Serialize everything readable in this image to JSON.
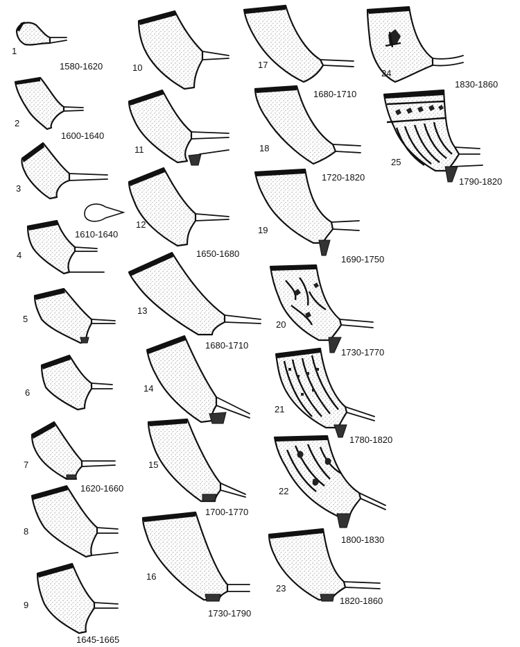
{
  "pipes": [
    {
      "num": "1",
      "date": "1580-1620"
    },
    {
      "num": "2",
      "date": "1600-1640"
    },
    {
      "num": "3",
      "date": "1610-1640"
    },
    {
      "num": "4",
      "date": ""
    },
    {
      "num": "5",
      "date": ""
    },
    {
      "num": "6",
      "date": ""
    },
    {
      "num": "7",
      "date": "1620-1660"
    },
    {
      "num": "8",
      "date": ""
    },
    {
      "num": "9",
      "date": "1645-1665"
    },
    {
      "num": "10",
      "date": ""
    },
    {
      "num": "11",
      "date": ""
    },
    {
      "num": "12",
      "date": "1650-1680"
    },
    {
      "num": "13",
      "date": "1680-1710"
    },
    {
      "num": "14",
      "date": ""
    },
    {
      "num": "15",
      "date": "1700-1770"
    },
    {
      "num": "16",
      "date": "1730-1790"
    },
    {
      "num": "17",
      "date": "1680-1710"
    },
    {
      "num": "18",
      "date": "1720-1820"
    },
    {
      "num": "19",
      "date": "1690-1750"
    },
    {
      "num": "20",
      "date": "1730-1770"
    },
    {
      "num": "21",
      "date": "1780-1820"
    },
    {
      "num": "22",
      "date": "1800-1830"
    },
    {
      "num": "23",
      "date": "1820-1860"
    },
    {
      "num": "24",
      "date": "1830-1860"
    },
    {
      "num": "25",
      "date": "1790-1820"
    }
  ]
}
